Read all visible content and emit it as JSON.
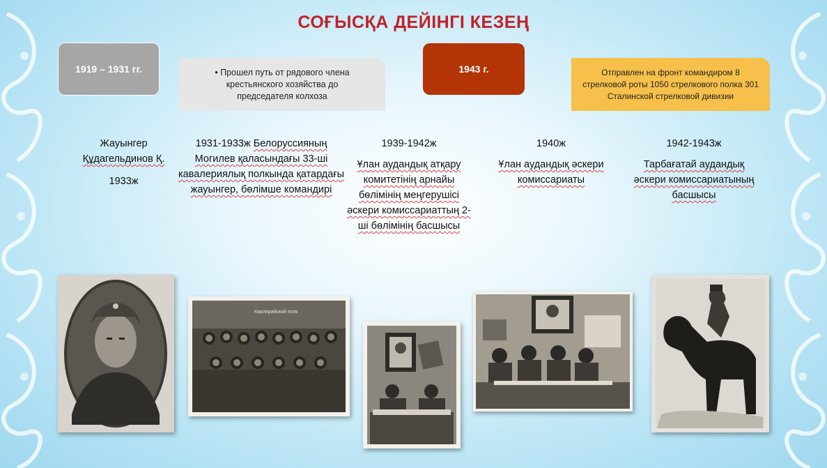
{
  "title": "СОҒЫСҚА ДЕЙІНГІ КЕЗЕҢ",
  "timeline": {
    "date1": "1919 – 1931 гг.",
    "note1": "• Прошел путь от рядового члена крестьянского хозяйства до председателя колхоза",
    "date2": "1943 г.",
    "note2": "Отправлен на фронт командиром 8 стрелковой роты 1050 стрелкового полка 301  Сталинской стрелковой   дивизии"
  },
  "columns": [
    {
      "line1": "Жауынгер",
      "line2": "Құдагельдинов Қ.",
      "year": "1933ж"
    },
    {
      "year": "1931-1933ж",
      "text": "Белоруссияның Могилев қаласындағы 33-ші кавалериялық полкында қатардағы жауынгер, бөлімше командирі"
    },
    {
      "year": "1939-1942ж",
      "text": "Ұлан аудандық атқару комитетінің арнайы бөлімінің меңгерушісі әскери комиссариаттың 2-ші бөлімінің басшысы"
    },
    {
      "year": "1940ж",
      "text": "Ұлан аудандық әскери комиссариаты"
    },
    {
      "year": "1942-1943ж",
      "text": "Тарбағатай аудандық әскери комиссариатының басшысы"
    }
  ],
  "photos": {
    "group_caption": "Квалерийский полк"
  },
  "colors": {
    "title": "#c0222a",
    "date_gray": "#a6a6a6",
    "note_gray": "#e6e6e6",
    "date_red": "#b33407",
    "note_yellow": "#f6c04b"
  }
}
